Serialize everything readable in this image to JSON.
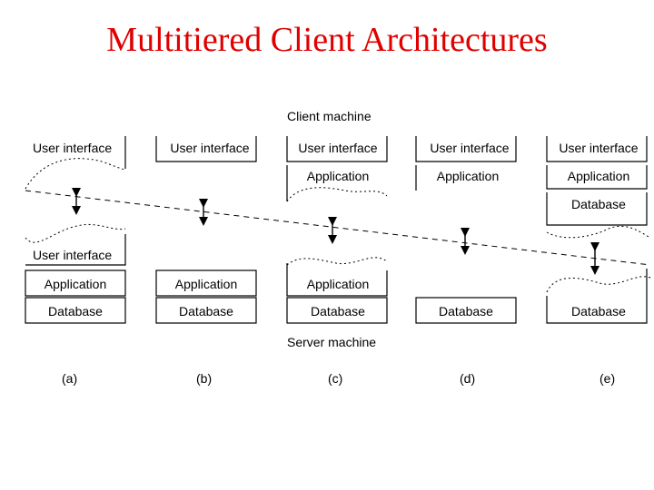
{
  "title": "Multitiered Client Architectures",
  "labels": {
    "client_machine": "Client machine",
    "server_machine": "Server machine"
  },
  "columns": [
    {
      "caption": "(a)",
      "client": [
        {
          "label": "User interface"
        }
      ],
      "server": [
        {
          "label": "User interface"
        },
        {
          "label": "Application"
        },
        {
          "label": "Database"
        }
      ]
    },
    {
      "caption": "(b)",
      "client": [
        {
          "label": "User interface"
        }
      ],
      "server": [
        {
          "label": "Application"
        },
        {
          "label": "Database"
        }
      ]
    },
    {
      "caption": "(c)",
      "client": [
        {
          "label": "User interface"
        },
        {
          "label": "Application"
        }
      ],
      "server": [
        {
          "label": "Application"
        },
        {
          "label": "Database"
        }
      ]
    },
    {
      "caption": "(d)",
      "client": [
        {
          "label": "User interface"
        },
        {
          "label": "Application"
        }
      ],
      "server": [
        {
          "label": "Database"
        }
      ]
    },
    {
      "caption": "(e)",
      "client": [
        {
          "label": "User interface"
        },
        {
          "label": "Application"
        },
        {
          "label": "Database"
        }
      ],
      "server": [
        {
          "label": "Database"
        }
      ]
    }
  ],
  "colors": {
    "title": "#e00000",
    "line": "#000000"
  }
}
